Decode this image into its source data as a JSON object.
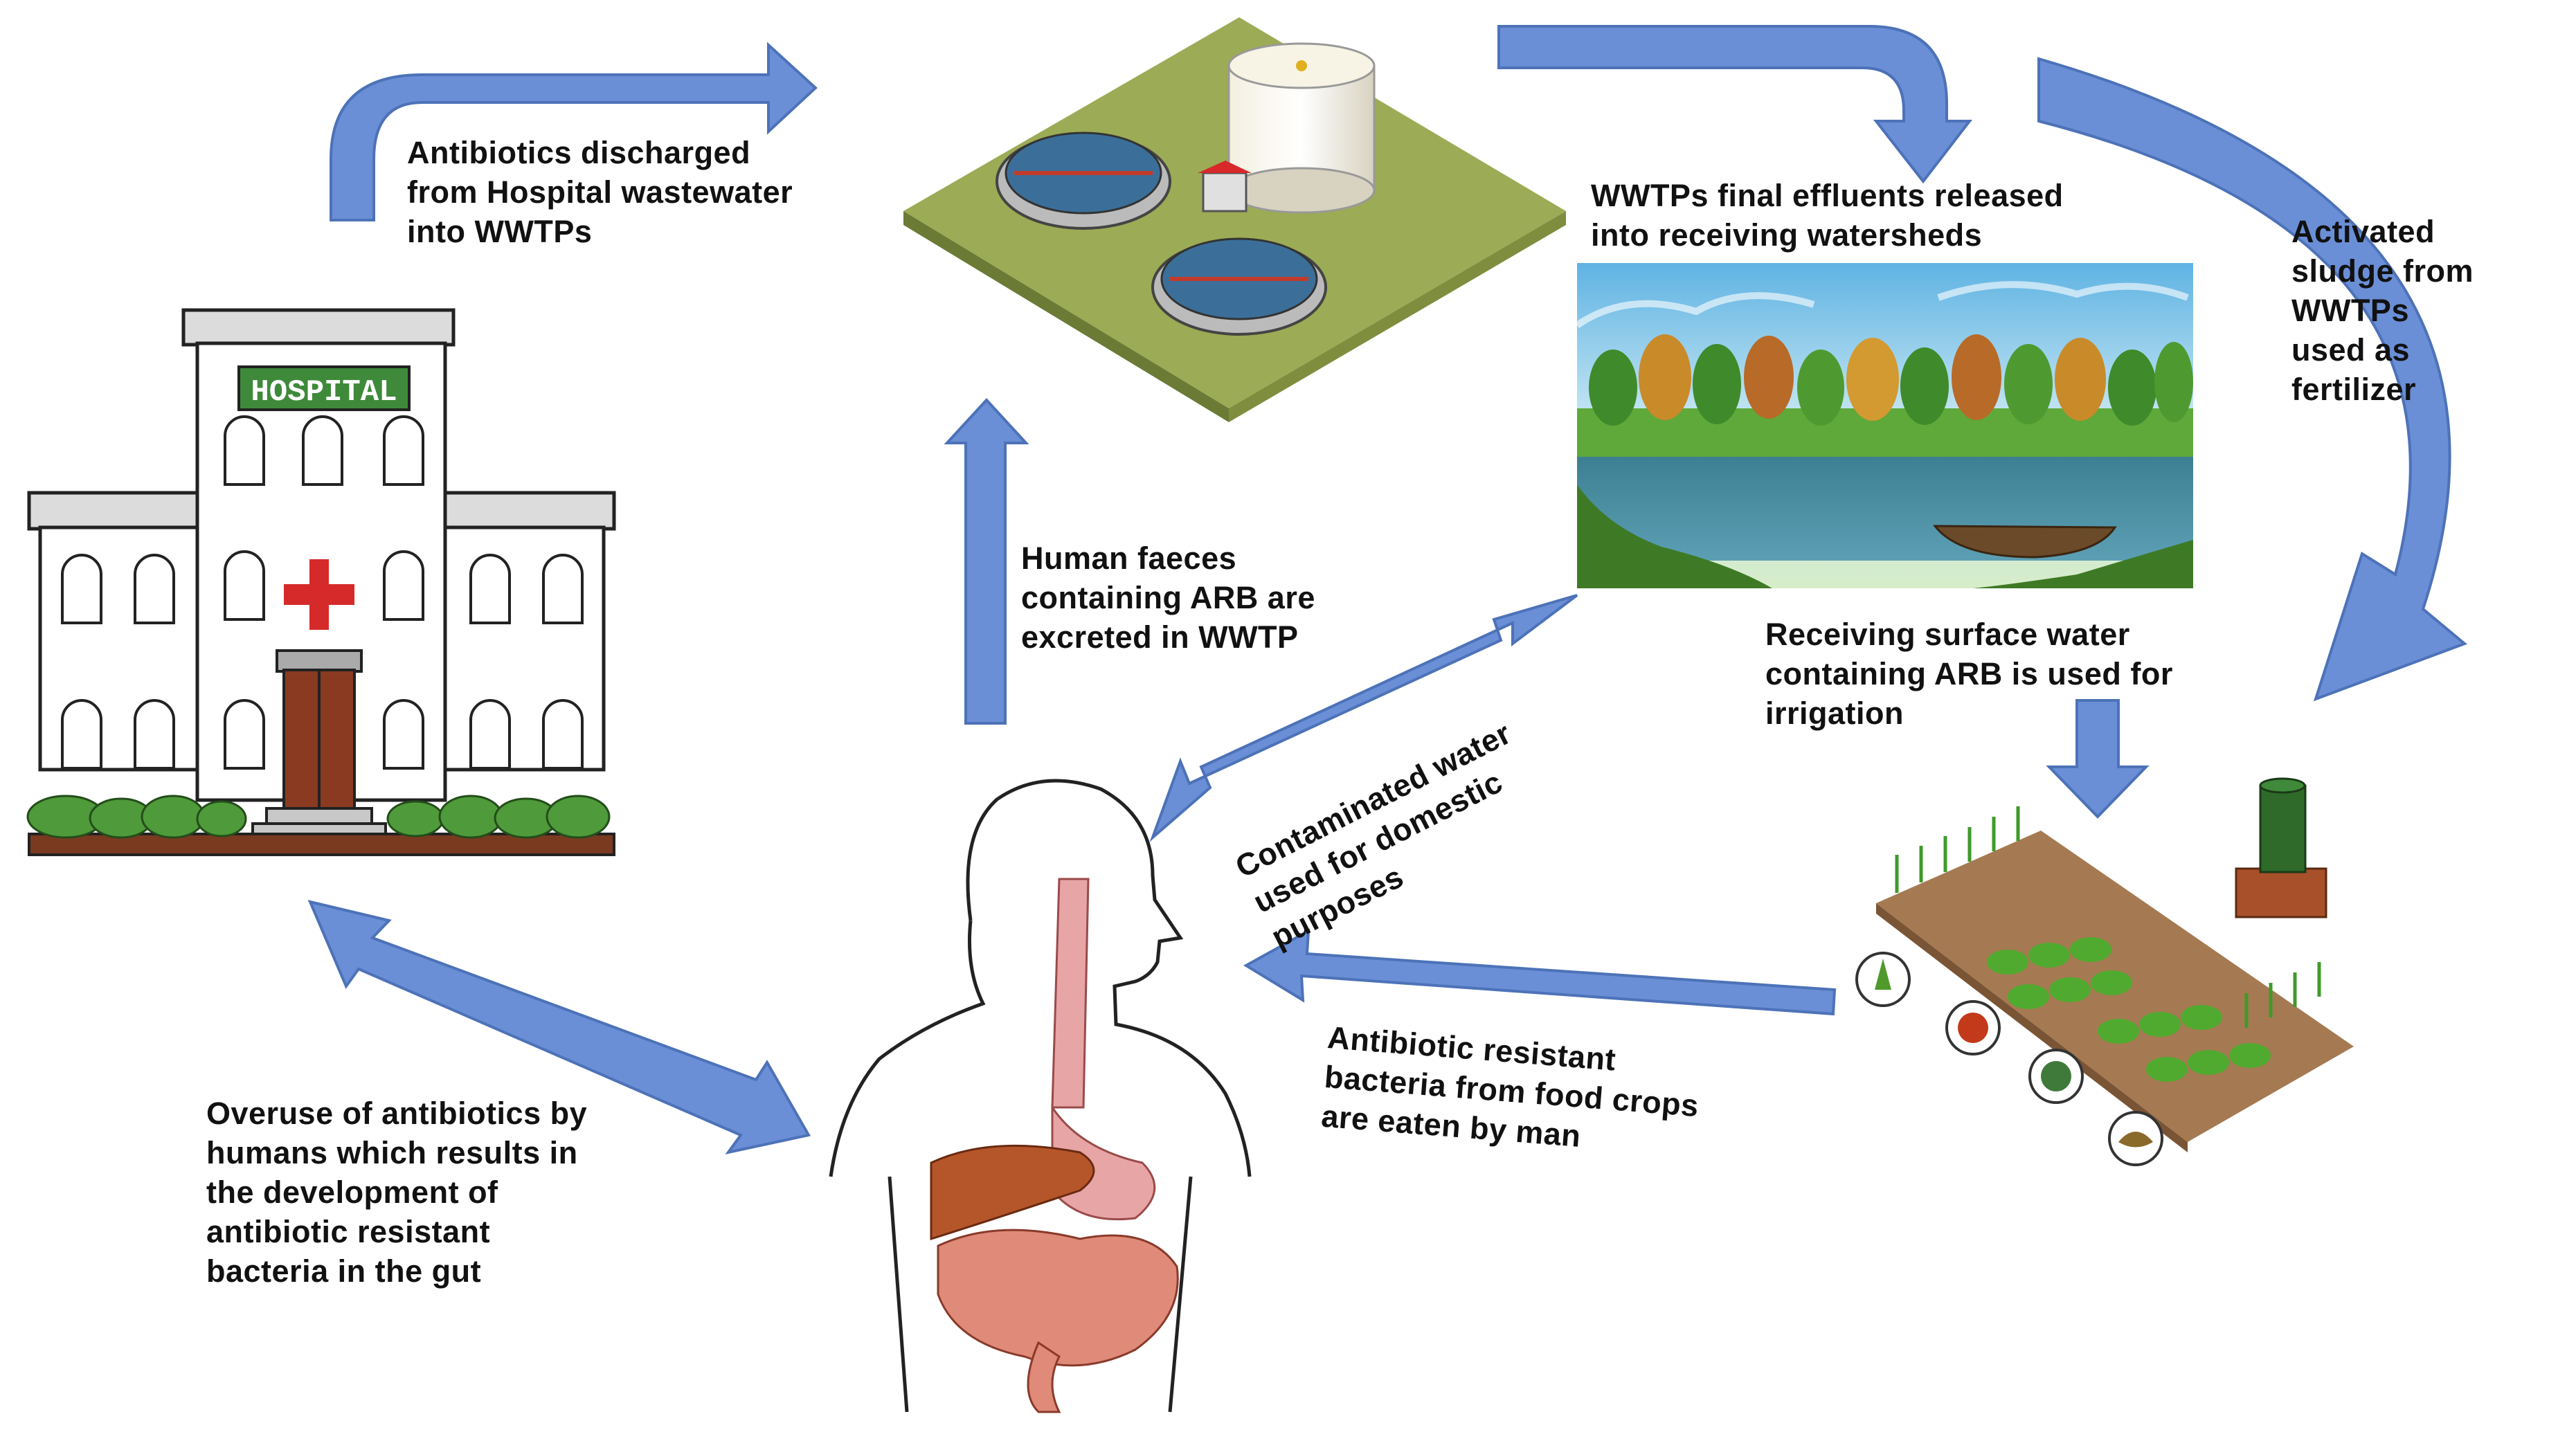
{
  "hospital": {
    "sign": "HOSPITAL"
  },
  "labels": {
    "hospital_to_wwtp": "Antibiotics discharged\nfrom Hospital wastewater\ninto WWTPs",
    "effluents": "WWTPs final effluents released\ninto receiving watersheds",
    "sludge": "Activated\nsludge from\nWWTPs\nused as\nfertilizer",
    "faeces": "Human faeces\ncontaining ARB are\nexcreted in WWTP",
    "irrigation": "Receiving surface water\ncontaining ARB is used for\nirrigation",
    "domestic": "Contaminated water\nused for domestic\npurposes",
    "food_crops": "Antibiotic resistant\nbacteria from food crops\nare eaten by man",
    "overuse": "Overuse of antibiotics by\nhumans which results in\nthe development of\nantibiotic resistant\nbacteria in the gut"
  },
  "colors": {
    "arrow": "#6a8fd6",
    "arrow_stroke": "#4d72b8",
    "ground": "#9cab55",
    "hospital_sign": "#3e8a3a",
    "cross": "#d62a2a",
    "organ_liver": "#b5562a",
    "organ_intestine": "#e08a7a",
    "esophagus": "#e8a5a5",
    "water": "#4d8aa8",
    "sky": "#7ec3e6"
  }
}
